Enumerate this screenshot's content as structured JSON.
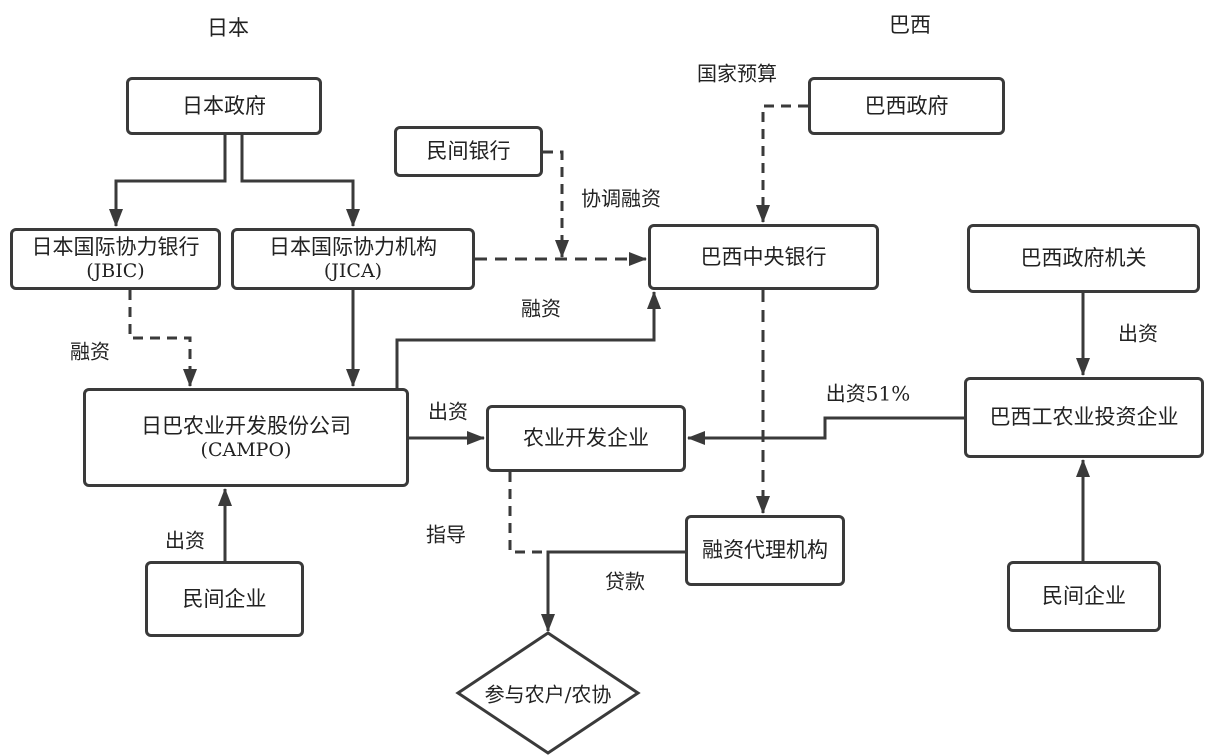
{
  "headers": {
    "japan": "日本",
    "brazil": "巴西"
  },
  "nodes": {
    "japan_gov": {
      "title": "日本政府"
    },
    "private_bank": {
      "title": "民间银行"
    },
    "brazil_gov": {
      "title": "巴西政府"
    },
    "jbic": {
      "title": "日本国际协力银行",
      "sub": "(JBIC)"
    },
    "jica": {
      "title": "日本国际协力机构",
      "sub": "(JICA)"
    },
    "brazil_central_bank": {
      "title": "巴西中央银行"
    },
    "brazil_gov_agency": {
      "title": "巴西政府机关"
    },
    "campo": {
      "title": "日巴农业开发股份公司",
      "sub": "(CAMPO)"
    },
    "agri_dev_company": {
      "title": "农业开发企业"
    },
    "brazil_agri_invest": {
      "title": "巴西工农业投资企业"
    },
    "finance_agent": {
      "title": "融资代理机构"
    },
    "private_company_left": {
      "title": "民间企业"
    },
    "private_company_right": {
      "title": "民间企业"
    },
    "farmers": {
      "title": "参与农户/农协"
    }
  },
  "edge_labels": {
    "national_budget": "国家预算",
    "coordinated_financing": "协调融资",
    "jbic_financing": "融资",
    "campo_financing": "融资",
    "campo_investment": "出资",
    "agency_investment": "出资",
    "invest_51": "出资51%",
    "guidance": "指导",
    "loan": "贷款",
    "private_investment": "出资"
  },
  "style": {
    "line_color": "#3a3a3a"
  }
}
